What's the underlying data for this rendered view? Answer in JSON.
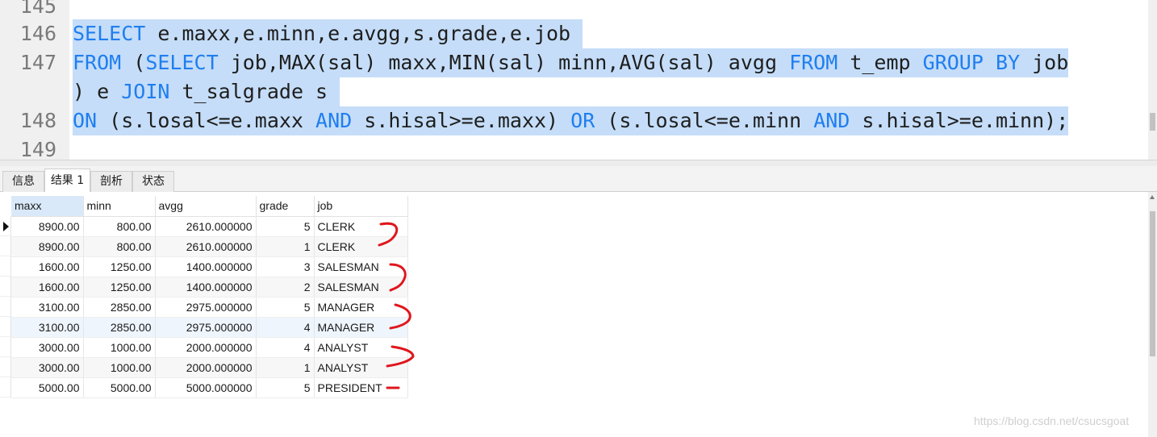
{
  "editor": {
    "line_numbers": [
      "145",
      "146",
      "147",
      "148",
      "149"
    ],
    "lines": [
      [
        {
          "t": "SELECT",
          "k": true
        },
        {
          "t": " e.maxx,e.minn,e.avgg,s.grade,e.job "
        }
      ],
      [
        {
          "t": "FROM",
          "k": true
        },
        {
          "t": " ("
        },
        {
          "t": "SELECT",
          "k": true
        },
        {
          "t": " job,MAX(sal) maxx,MIN(sal) minn,AVG(sal) avgg "
        },
        {
          "t": "FROM",
          "k": true
        },
        {
          "t": " t_emp "
        },
        {
          "t": "GROUP BY",
          "k": true
        },
        {
          "t": " job"
        }
      ],
      [
        {
          "t": ") e "
        },
        {
          "t": "JOIN",
          "k": true
        },
        {
          "t": " t_salgrade s "
        }
      ],
      [
        {
          "t": "ON",
          "k": true
        },
        {
          "t": " (s.losal<=e.maxx "
        },
        {
          "t": "AND",
          "k": true
        },
        {
          "t": " s.hisal>=e.maxx) "
        },
        {
          "t": "OR",
          "k": true
        },
        {
          "t": " (s.losal<=e.minn "
        },
        {
          "t": "AND",
          "k": true
        },
        {
          "t": " s.hisal>=e.minn);"
        }
      ]
    ]
  },
  "tabs": [
    {
      "label": "信息",
      "active": false
    },
    {
      "label": "结果 1",
      "active": true
    },
    {
      "label": "剖析",
      "active": false
    },
    {
      "label": "状态",
      "active": false
    }
  ],
  "grid": {
    "columns": [
      "maxx",
      "minn",
      "avgg",
      "grade",
      "job"
    ],
    "rows": [
      [
        "8900.00",
        "800.00",
        "2610.000000",
        "5",
        "CLERK"
      ],
      [
        "8900.00",
        "800.00",
        "2610.000000",
        "1",
        "CLERK"
      ],
      [
        "1600.00",
        "1250.00",
        "1400.000000",
        "3",
        "SALESMAN"
      ],
      [
        "1600.00",
        "1250.00",
        "1400.000000",
        "2",
        "SALESMAN"
      ],
      [
        "3100.00",
        "2850.00",
        "2975.000000",
        "5",
        "MANAGER"
      ],
      [
        "3100.00",
        "2850.00",
        "2975.000000",
        "4",
        "MANAGER"
      ],
      [
        "3000.00",
        "1000.00",
        "2000.000000",
        "4",
        "ANALYST"
      ],
      [
        "3000.00",
        "1000.00",
        "2000.000000",
        "1",
        "ANALYST"
      ],
      [
        "5000.00",
        "5000.00",
        "5000.000000",
        "5",
        "PRESIDENT"
      ]
    ]
  },
  "colors": {
    "keyword": "#1f7ef0",
    "selection": "#c5ddf8",
    "annotation": "#e0161c"
  },
  "watermark": "https://blog.csdn.net/csucsgoat"
}
